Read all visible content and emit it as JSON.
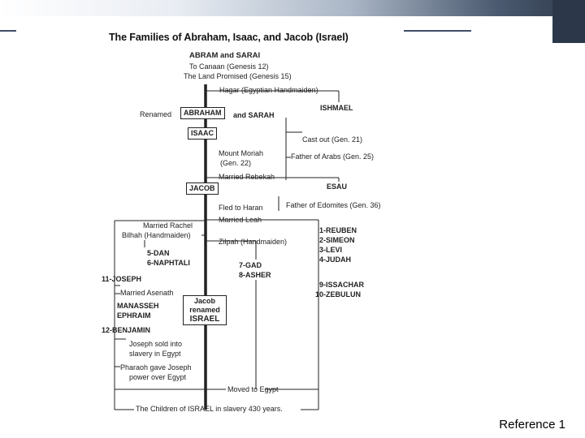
{
  "slide": {
    "reference_label": "Reference 1"
  },
  "diagram": {
    "title": "The Families of Abraham, Isaac, and Jacob (Israel)",
    "abram_sarai": "ABRAM and SARAI",
    "to_canaan": "To Canaan (Genesis 12)",
    "land_promised": "The Land Promised (Genesis 15)",
    "hagar": "Hagar (Egyptian Handmaiden)",
    "renamed": "Renamed",
    "abraham": "ABRAHAM",
    "and_sarah": "and SARAH",
    "ishmael": "ISHMAEL",
    "isaac": "ISAAC",
    "cast_out": "Cast out (Gen. 21)",
    "father_of_arabs": "Father of Arabs (Gen. 25)",
    "mount_moriah": "Mount Moriah",
    "gen_22": "(Gen. 22)",
    "married_rebekah": "Married Rebekah",
    "jacob": "JACOB",
    "esau": "ESAU",
    "father_of_edomites": "Father of Edomites (Gen. 36)",
    "fled_to_haran": "Fled to Haran",
    "married_rachel": "Married Rachel",
    "married_leah": "Married Leah",
    "bilhah": "Bilhah (Handmaiden)",
    "zilpah": "Zilpah (Handmaiden)",
    "leah_sons": [
      "1-REUBEN",
      "2-SIMEON",
      "3-LEVI",
      "4-JUDAH"
    ],
    "bilhah_sons": [
      "5-DAN",
      "6-NAPHTALI"
    ],
    "zilpah_sons": [
      "7-GAD",
      "8-ASHER"
    ],
    "joseph": "11-JOSEPH",
    "married_asenath": "Married Asenath",
    "manasseh": "MANASSEH",
    "ephraim": "EPHRAIM",
    "jacob_renamed_lines": [
      "Jacob",
      "renamed",
      "ISRAEL"
    ],
    "later_leah_sons": [
      "9-ISSACHAR",
      "10-ZEBULUN"
    ],
    "benjamin": "12-BENJAMIN",
    "joseph_sold_lines": [
      "Joseph sold into",
      "slavery in Egypt"
    ],
    "pharaoh_lines": [
      "Pharaoh gave Joseph",
      "power over Egypt"
    ],
    "moved_to_egypt": "Moved to Egypt",
    "children_slavery": "The Children of ISRAEL in slavery 430 years."
  }
}
